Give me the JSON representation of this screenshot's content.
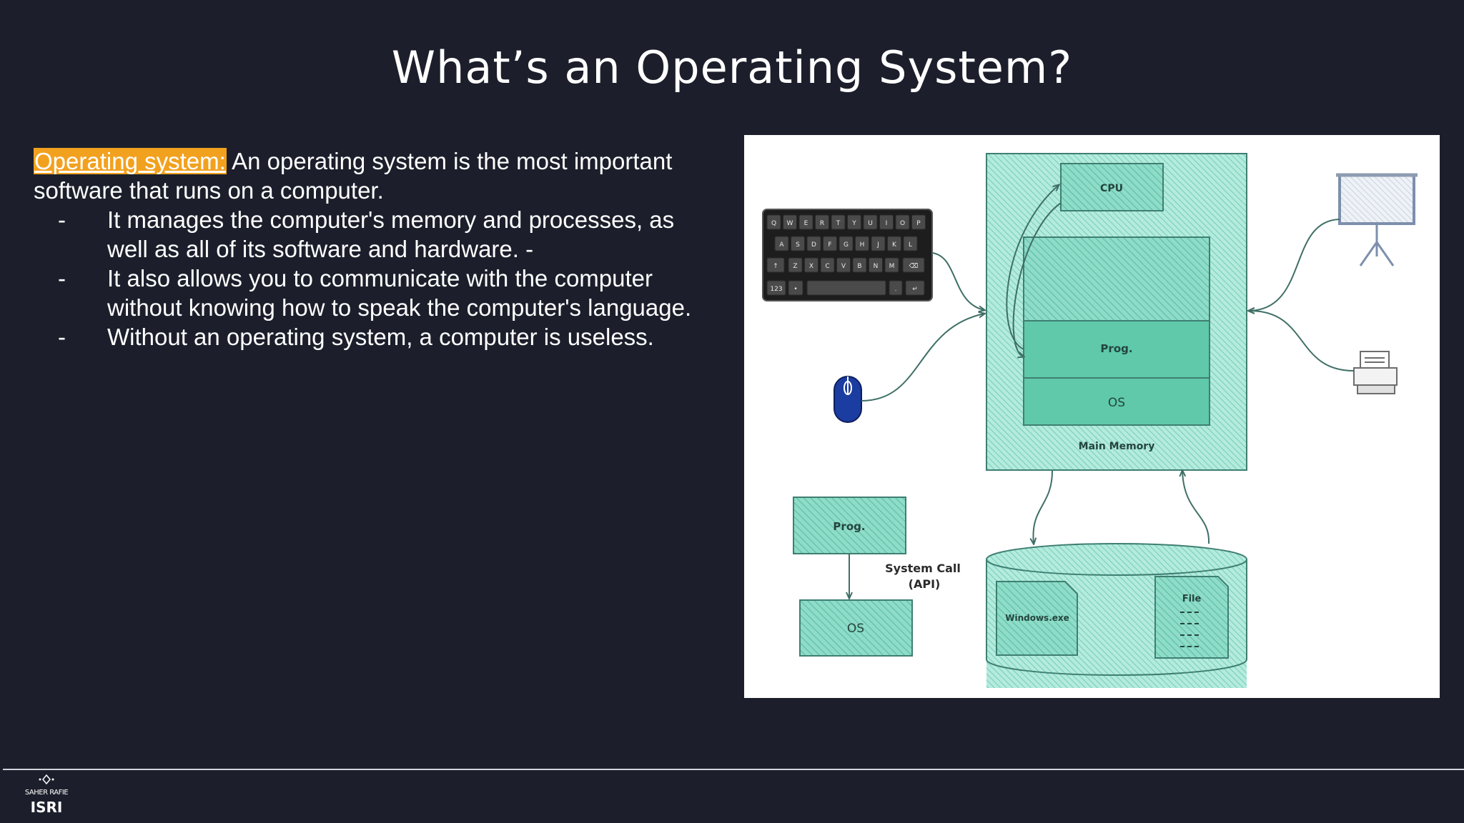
{
  "slide": {
    "title": "What’s an Operating System?"
  },
  "content": {
    "term": "Operating system:",
    "intro": " An operating system is the most important software that runs on a computer.",
    "bullets": [
      {
        "marker": "-",
        "text": "It manages the computer's memory and processes, as well as all of its software and hardware. -"
      },
      {
        "marker": "-",
        "text": "It also allows you to communicate with the computer without knowing how to speak the computer's language."
      },
      {
        "marker": "-",
        "text": "Without an operating system, a computer is useless."
      }
    ]
  },
  "diagram": {
    "cpu": "CPU",
    "prog": "Prog.",
    "os": "OS",
    "main_memory": "Main Memory",
    "prog_small": "Prog.",
    "os_small": "OS",
    "system_call_line1": "System Call",
    "system_call_line2": "(API)",
    "windows_exe": "Windows.exe",
    "file": "File",
    "keyboard_row1": [
      "Q",
      "W",
      "E",
      "R",
      "T",
      "Y",
      "U",
      "I",
      "O",
      "P"
    ],
    "keyboard_row2": [
      "A",
      "S",
      "D",
      "F",
      "G",
      "H",
      "J",
      "K",
      "L"
    ],
    "keyboard_row3": [
      "Z",
      "X",
      "C",
      "V",
      "B",
      "N",
      "M"
    ],
    "keyboard_123": "123"
  },
  "footer": {
    "logo_line1": "SAHER RAFIE",
    "logo_line2": "ISRI"
  },
  "colors": {
    "background": "#1c1f2b",
    "highlight": "#f2a11f",
    "teal": "#5fc9b1",
    "teal_dark": "#2f8a77"
  }
}
